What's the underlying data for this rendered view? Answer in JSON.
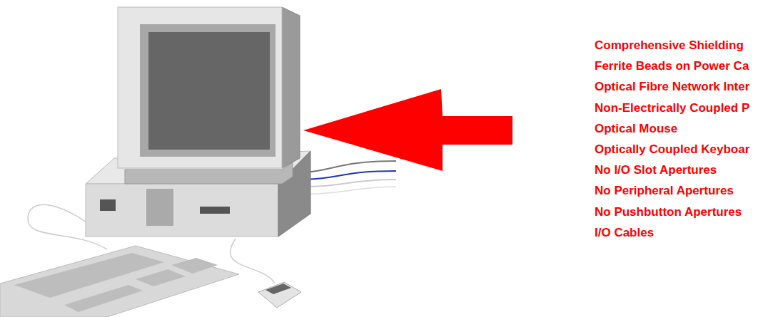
{
  "diagram": {
    "labels": [
      "Comprehensive Shielding",
      "Ferrite Beads on Power Ca",
      "Optical Fibre Network Inter",
      "Non-Electrically Coupled P",
      "Optical Mouse",
      "Optically Coupled Keyboar",
      "No I/O Slot Apertures",
      "No Peripheral Apertures",
      "No Pushbutton Apertures",
      "I/O Cables"
    ]
  }
}
